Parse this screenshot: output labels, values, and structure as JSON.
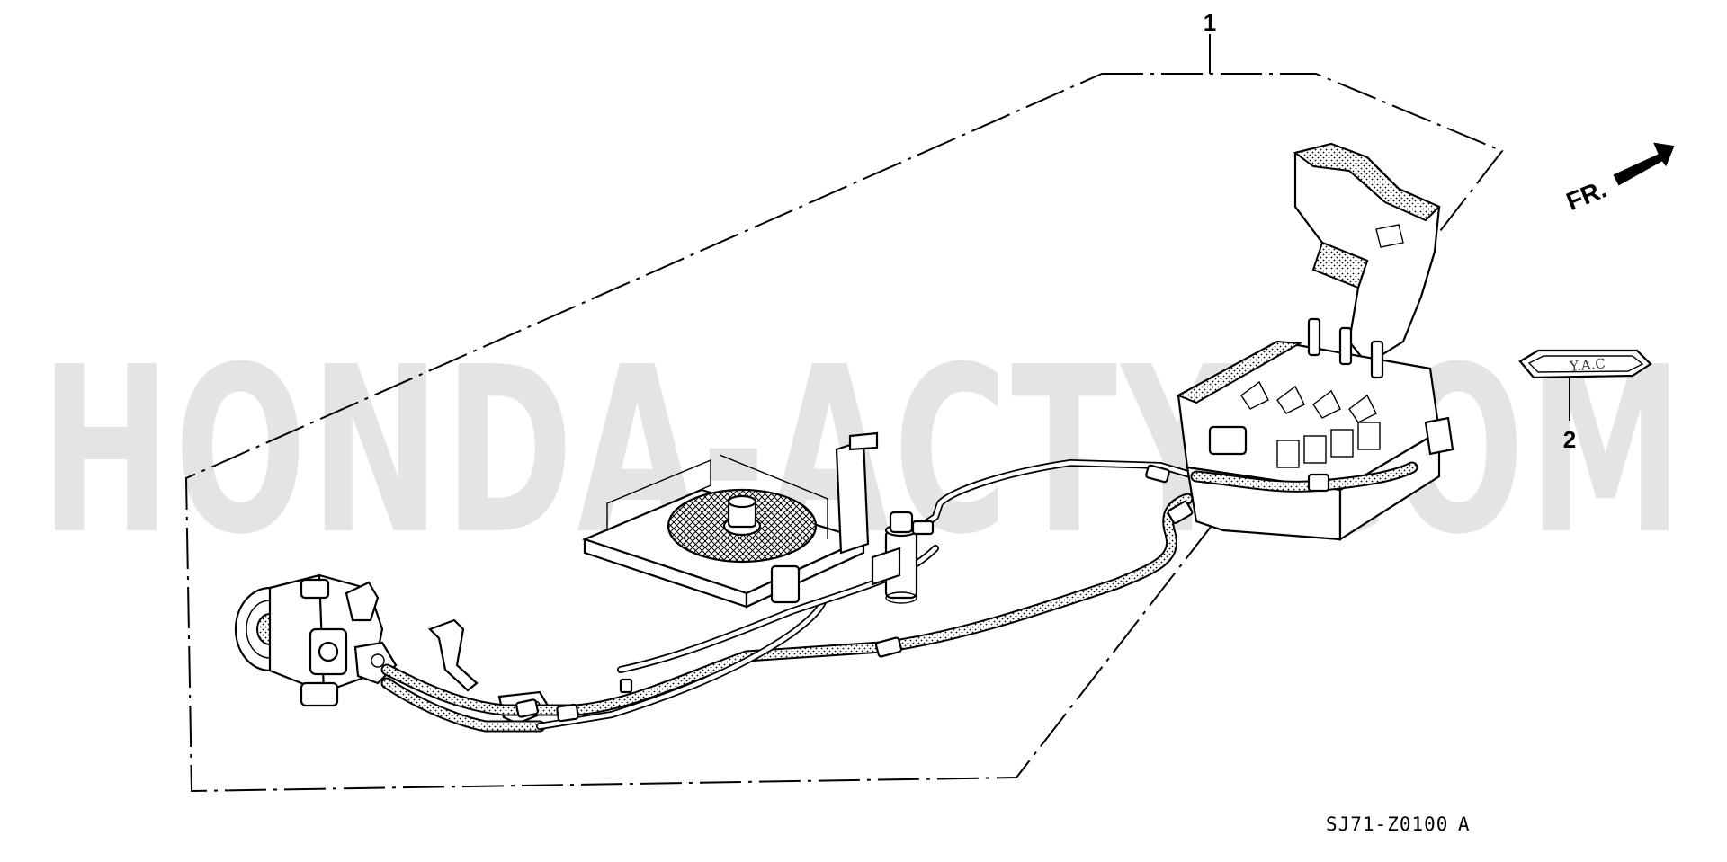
{
  "watermark": "HONDA-ACTY.COM",
  "direction_label": "FR.",
  "callouts": [
    {
      "number": "1"
    },
    {
      "number": "2"
    }
  ],
  "label_badge_text": "Y.A.C",
  "diagram_code": "SJ71-Z0100",
  "diagram_revision": "A"
}
